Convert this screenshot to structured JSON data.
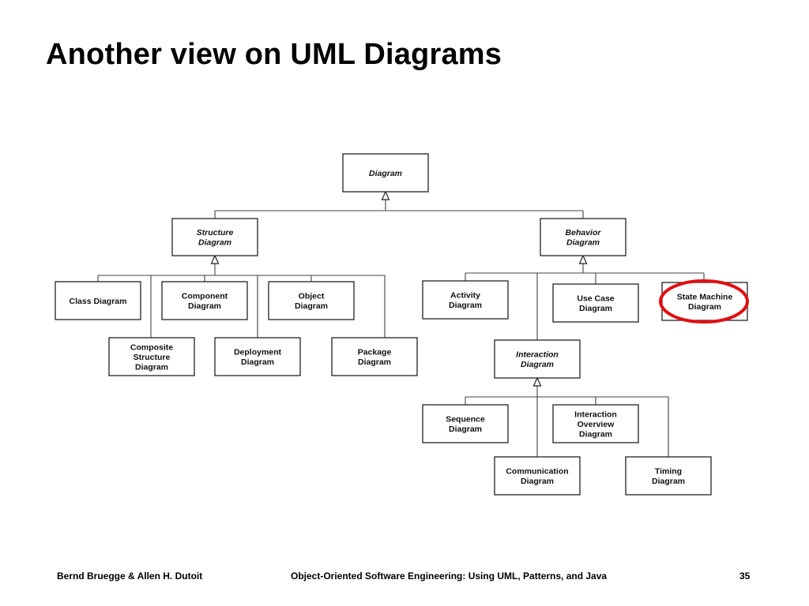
{
  "slide": {
    "title": "Another view on UML Diagrams",
    "footer_left": "Bernd Bruegge & Allen H. Dutoit",
    "footer_center": "Object-Oriented Software Engineering: Using UML, Patterns, and Java",
    "page_number": "35"
  },
  "diagram": {
    "highlight_color": "#e01010",
    "nodes": {
      "diagram": [
        "Diagram"
      ],
      "structure": [
        "Structure",
        "Diagram"
      ],
      "behavior": [
        "Behavior",
        "Diagram"
      ],
      "class": [
        "Class Diagram"
      ],
      "component": [
        "Component",
        "Diagram"
      ],
      "object": [
        "Object",
        "Diagram"
      ],
      "composite": [
        "Composite",
        "Structure",
        "Diagram"
      ],
      "deployment": [
        "Deployment",
        "Diagram"
      ],
      "package": [
        "Package",
        "Diagram"
      ],
      "activity": [
        "Activity",
        "Diagram"
      ],
      "usecase": [
        "Use Case",
        "Diagram"
      ],
      "statemachine": [
        "State Machine",
        "Diagram"
      ],
      "interaction": [
        "Interaction",
        "Diagram"
      ],
      "sequence": [
        "Sequence",
        "Diagram"
      ],
      "overview": [
        "Interaction",
        "Overview",
        "Diagram"
      ],
      "communication": [
        "Communication",
        "Diagram"
      ],
      "timing": [
        "Timing",
        "Diagram"
      ]
    },
    "edges": [
      [
        "structure",
        "diagram"
      ],
      [
        "behavior",
        "diagram"
      ],
      [
        "class",
        "structure"
      ],
      [
        "component",
        "structure"
      ],
      [
        "object",
        "structure"
      ],
      [
        "composite",
        "structure"
      ],
      [
        "deployment",
        "structure"
      ],
      [
        "package",
        "structure"
      ],
      [
        "activity",
        "behavior"
      ],
      [
        "usecase",
        "behavior"
      ],
      [
        "statemachine",
        "behavior"
      ],
      [
        "interaction",
        "behavior"
      ],
      [
        "sequence",
        "interaction"
      ],
      [
        "overview",
        "interaction"
      ],
      [
        "communication",
        "interaction"
      ],
      [
        "timing",
        "interaction"
      ]
    ]
  }
}
